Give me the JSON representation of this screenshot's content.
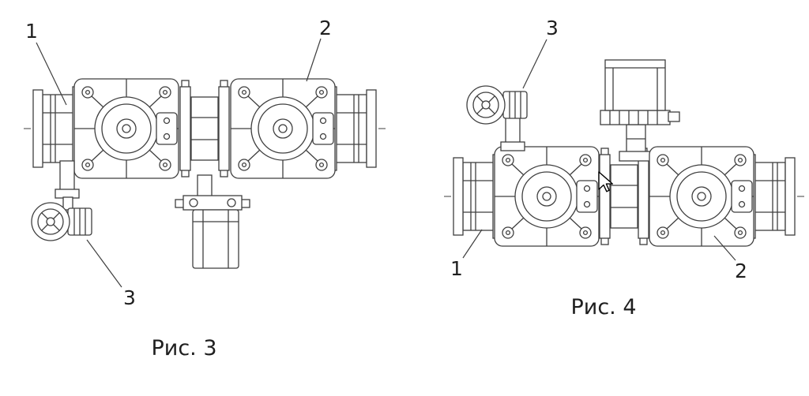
{
  "figures": {
    "fig3": {
      "caption": "Рис. 3",
      "callouts": {
        "c1": "1",
        "c2": "2",
        "c3": "3"
      }
    },
    "fig4": {
      "caption": "Рис. 4",
      "callouts": {
        "c1": "1",
        "c2": "2",
        "c3": "3"
      }
    }
  },
  "colors": {
    "background": "#ffffff",
    "line": "#3f3f3f",
    "text": "#1f1f1f"
  }
}
